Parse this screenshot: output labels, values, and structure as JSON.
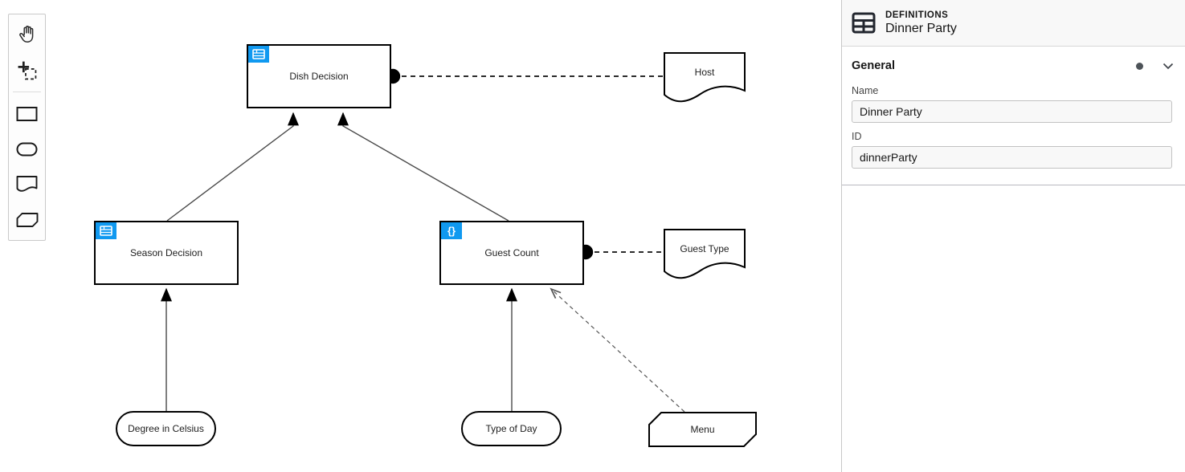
{
  "palette": {
    "tools": [
      {
        "name": "hand-tool",
        "icon": "hand-icon"
      },
      {
        "name": "lasso-tool",
        "icon": "lasso-icon"
      },
      {
        "name": "create-decision-tool",
        "icon": "rectangle-icon"
      },
      {
        "name": "create-input-data-tool",
        "icon": "oval-icon"
      },
      {
        "name": "create-knowledge-source-tool",
        "icon": "document-wave-icon"
      },
      {
        "name": "create-business-knowledge-model-tool",
        "icon": "clipped-rectangle-icon"
      }
    ]
  },
  "diagram": {
    "badge_color": "#1099f0",
    "badges": {
      "literal_expression_glyph": "{}"
    },
    "nodes": [
      {
        "id": "dishDecision",
        "label": "Dish Decision",
        "type": "decision",
        "badge": "decision-table"
      },
      {
        "id": "seasonDecision",
        "label": "Season Decision",
        "type": "decision",
        "badge": "decision-table"
      },
      {
        "id": "guestCount",
        "label": "Guest Count",
        "type": "decision",
        "badge": "literal-expression"
      },
      {
        "id": "host",
        "label": "Host",
        "type": "knowledge-source"
      },
      {
        "id": "guestType",
        "label": "Guest Type",
        "type": "knowledge-source"
      },
      {
        "id": "degreeInCelsius",
        "label": "Degree in Celsius",
        "type": "input-data"
      },
      {
        "id": "typeOfDay",
        "label": "Type of Day",
        "type": "input-data"
      },
      {
        "id": "menu",
        "label": "Menu",
        "type": "business-knowledge-model"
      }
    ],
    "edges": [
      {
        "from": "seasonDecision",
        "to": "dishDecision",
        "type": "information-requirement"
      },
      {
        "from": "guestCount",
        "to": "dishDecision",
        "type": "information-requirement"
      },
      {
        "from": "degreeInCelsius",
        "to": "seasonDecision",
        "type": "information-requirement"
      },
      {
        "from": "typeOfDay",
        "to": "guestCount",
        "type": "information-requirement"
      },
      {
        "from": "host",
        "to": "dishDecision",
        "type": "authority-requirement"
      },
      {
        "from": "guestType",
        "to": "guestCount",
        "type": "authority-requirement"
      },
      {
        "from": "menu",
        "to": "guestCount",
        "type": "knowledge-requirement"
      }
    ]
  },
  "properties_panel": {
    "header": {
      "kicker": "DEFINITIONS",
      "title": "Dinner Party"
    },
    "groups": [
      {
        "label": "General",
        "has_changes_dot": true,
        "fields": [
          {
            "label": "Name",
            "value": "Dinner Party"
          },
          {
            "label": "ID",
            "value": "dinnerParty"
          }
        ]
      }
    ]
  }
}
